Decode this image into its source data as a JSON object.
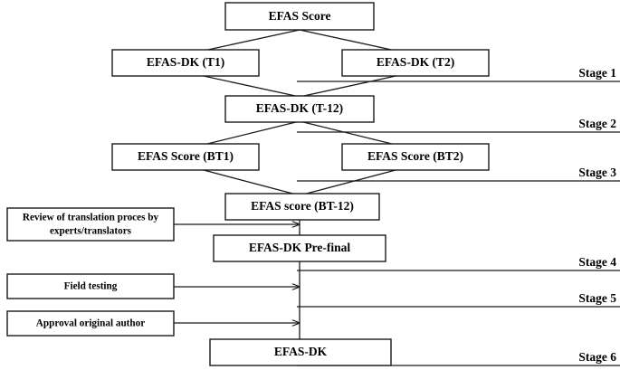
{
  "diagram": {
    "title": "EFAS-DK translation and cross-cultural adaptation flowchart",
    "colors": {
      "line": "#1a1a1a",
      "box_fill": "#ffffff",
      "text": "#000000",
      "background": "#ffffff"
    },
    "nodes": [
      {
        "id": "efas-score",
        "label": "EFAS Score"
      },
      {
        "id": "efas-dk-t1",
        "label": "EFAS-DK (T1)"
      },
      {
        "id": "efas-dk-t2",
        "label": "EFAS-DK (T2)"
      },
      {
        "id": "efas-dk-t12",
        "label": "EFAS-DK (T-12)"
      },
      {
        "id": "efas-score-bt1",
        "label": "EFAS Score (BT1)"
      },
      {
        "id": "efas-score-bt2",
        "label": "EFAS Score (BT2)"
      },
      {
        "id": "efas-score-bt12",
        "label": "EFAS score (BT-12)"
      },
      {
        "id": "review",
        "label_line1": "Review of translation proces by",
        "label_line2": "experts/translators"
      },
      {
        "id": "efas-dk-prefinal",
        "label": "EFAS-DK Pre-final"
      },
      {
        "id": "field-testing",
        "label": "Field testing"
      },
      {
        "id": "approval",
        "label": "Approval original author"
      },
      {
        "id": "efas-dk-final",
        "label": "EFAS-DK"
      }
    ],
    "stages": [
      {
        "id": "stage-1",
        "label": "Stage 1"
      },
      {
        "id": "stage-2",
        "label": "Stage 2"
      },
      {
        "id": "stage-3",
        "label": "Stage 3"
      },
      {
        "id": "stage-4",
        "label": "Stage 4"
      },
      {
        "id": "stage-5",
        "label": "Stage 5"
      },
      {
        "id": "stage-6",
        "label": "Stage 6"
      }
    ]
  }
}
